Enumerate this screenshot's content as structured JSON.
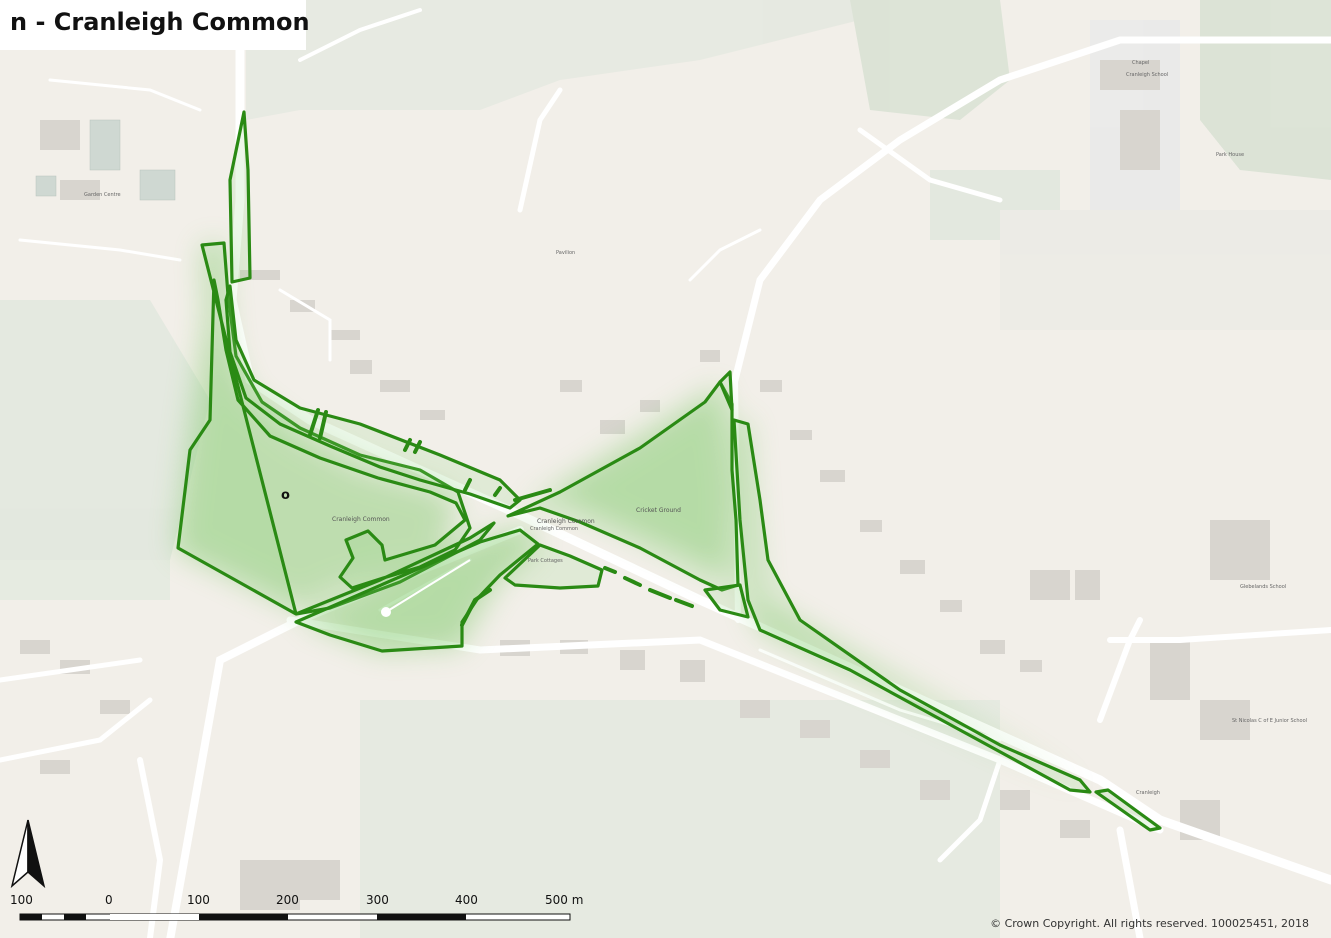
{
  "title": "n - Cranleigh Common",
  "copyright": "© Crown Copyright. All rights reserved. 100025451, 2018",
  "site_marker": "o",
  "north_arrow": {
    "icon": "north-arrow-icon"
  },
  "scale_bar": {
    "labels": [
      "100",
      "0",
      "100",
      "200",
      "300",
      "400",
      "500 m"
    ]
  },
  "map_labels": [
    "Cranleigh Common",
    "Cranleigh Common",
    "Cricket Ground",
    "Pavilion",
    "Cranleigh School",
    "Chapel",
    "Park Cottages",
    "Garden Centre",
    "Glebelands School",
    "St Nicolas C of E Junior School",
    "Cranleigh",
    "Park House",
    "Cranleigh Common"
  ],
  "colors": {
    "boundary": "#2a8a14",
    "fill": "#3fae2a",
    "background": "#f2efe9",
    "road": "#ffffff",
    "green": "#dfe6d9"
  }
}
